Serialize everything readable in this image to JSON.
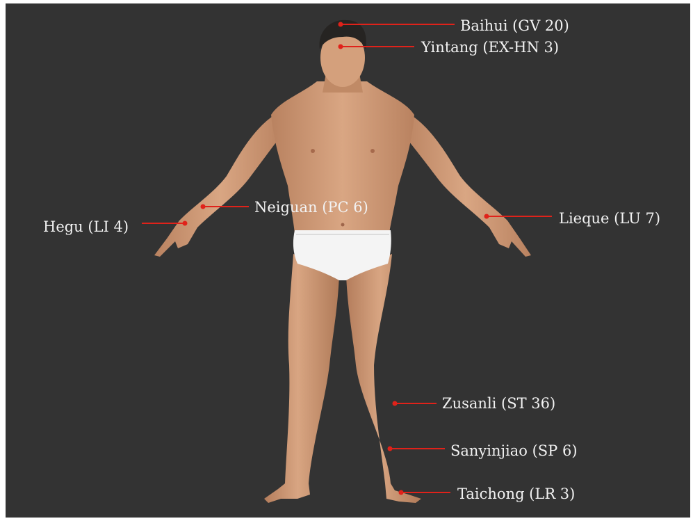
{
  "colors": {
    "background": "#333333",
    "skin": "#d4a07c",
    "skin_shade": "#b5805d",
    "hair": "#262422",
    "briefs": "#f4f4f4",
    "marker": "#e0221a",
    "label_text": "#f2f2f2"
  },
  "acupoints": [
    {
      "label": "Baihui (GV 20)"
    },
    {
      "label": "Yintang (EX-HN 3)"
    },
    {
      "label": "Neiguan (PC 6)"
    },
    {
      "label": "Hegu (LI 4)"
    },
    {
      "label": "Lieque (LU 7)"
    },
    {
      "label": "Zusanli (ST 36)"
    },
    {
      "label": "Sanyinjiao (SP 6)"
    },
    {
      "label": "Taichong (LR 3)"
    }
  ]
}
